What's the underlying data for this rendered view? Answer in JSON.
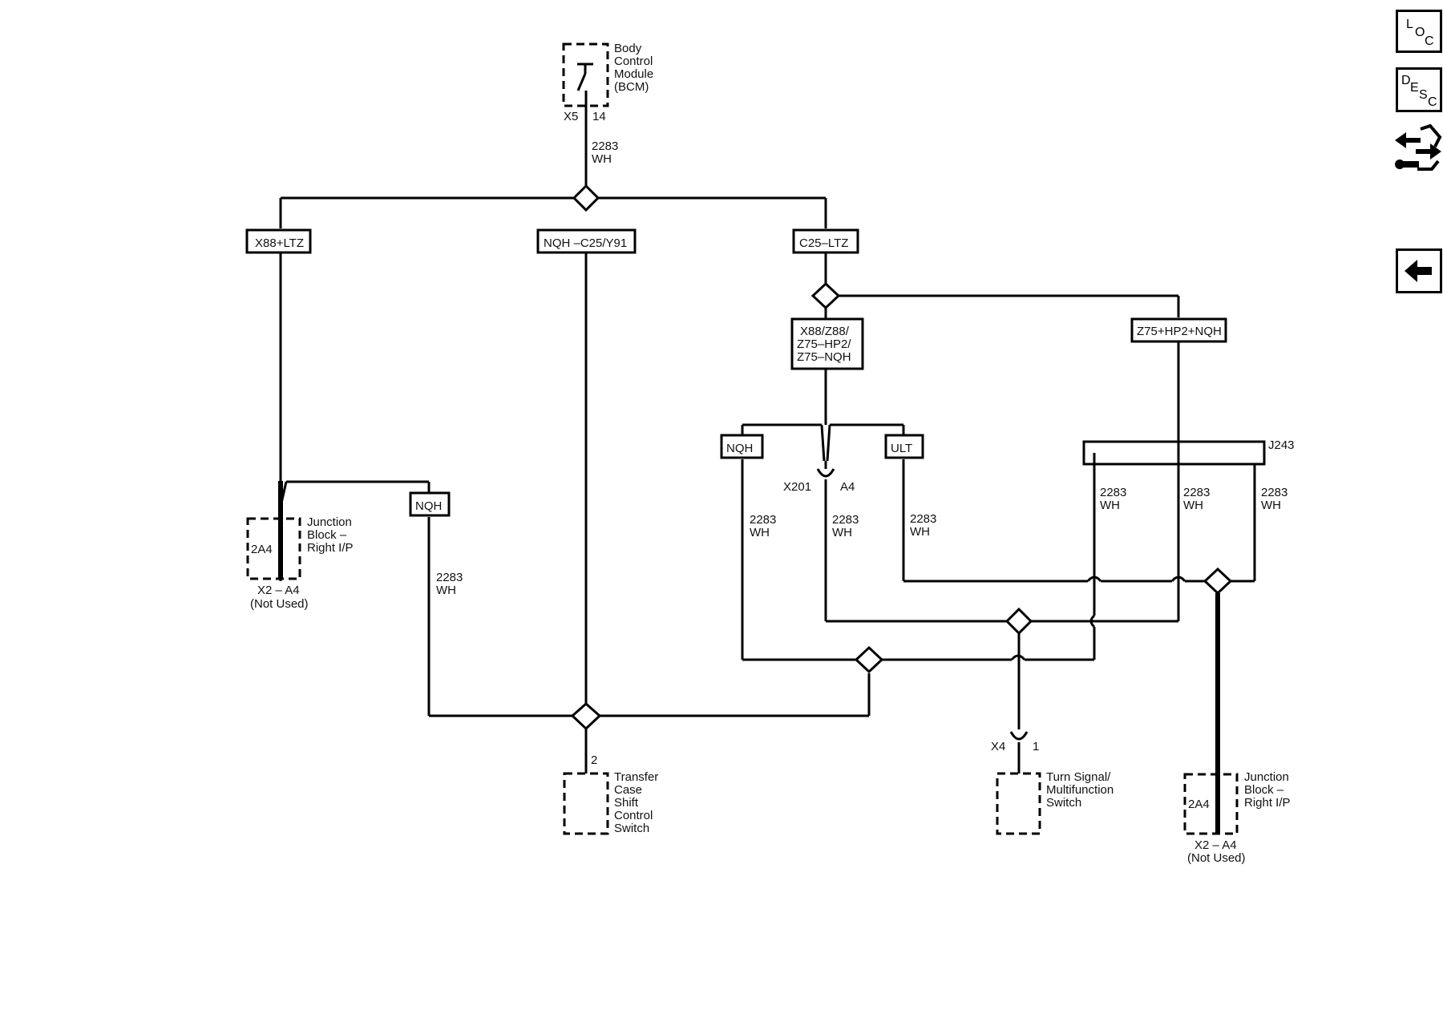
{
  "nav": {
    "loc_letters": [
      "L",
      "O",
      "C"
    ],
    "desc_letters": [
      "D",
      "E",
      "S",
      "C"
    ],
    "connector_icon": "connector-tool-icon",
    "back_icon": "back-arrow-icon"
  },
  "components": {
    "bcm": {
      "lines": [
        "Body",
        "Control",
        "Module",
        "(BCM)"
      ],
      "connector": "X5",
      "pin": "14"
    },
    "jb_left": {
      "inner": "2A4",
      "lines": [
        "Junction",
        "Block –",
        "Right I/P"
      ],
      "connector_lines": [
        "X2 – A4",
        "(Not Used)"
      ]
    },
    "transfer_case": {
      "pin": "2",
      "lines": [
        "Transfer",
        "Case",
        "Shift",
        "Control",
        "Switch"
      ]
    },
    "turn_signal": {
      "connector": "X4",
      "pin": "1",
      "lines": [
        "Turn Signal/",
        "Multifunction",
        "Switch"
      ]
    },
    "jb_right": {
      "inner": "2A4",
      "lines": [
        "Junction",
        "Block –",
        "Right I/P"
      ],
      "connector_lines": [
        "X2 – A4",
        "(Not Used)"
      ]
    },
    "x201": {
      "connector": "X201",
      "pin": "A4"
    },
    "j243": {
      "label": "J243"
    }
  },
  "options": {
    "x88_ltz": "X88+LTZ",
    "nqh_c25_y91": "NQH –C25/Y91",
    "c25_ltz": "C25–LTZ",
    "x88_z88": [
      "X88/Z88/",
      "Z75–HP2/",
      "Z75–NQH"
    ],
    "z75_hp2_nqh": "Z75+HP2+NQH",
    "nqh_left": "NQH",
    "nqh_mid": "NQH",
    "ult": "ULT"
  },
  "wires": {
    "bcm_out": {
      "circuit": "2283",
      "color": "WH"
    },
    "nqh_left": {
      "circuit": "2283",
      "color": "WH"
    },
    "nqh_mid": {
      "circuit": "2283",
      "color": "WH"
    },
    "x201_out": {
      "circuit": "2283",
      "color": "WH"
    },
    "ult": {
      "circuit": "2283",
      "color": "WH"
    },
    "j243_a": {
      "circuit": "2283",
      "color": "WH"
    },
    "j243_b": {
      "circuit": "2283",
      "color": "WH"
    },
    "j243_c": {
      "circuit": "2283",
      "color": "WH"
    }
  }
}
